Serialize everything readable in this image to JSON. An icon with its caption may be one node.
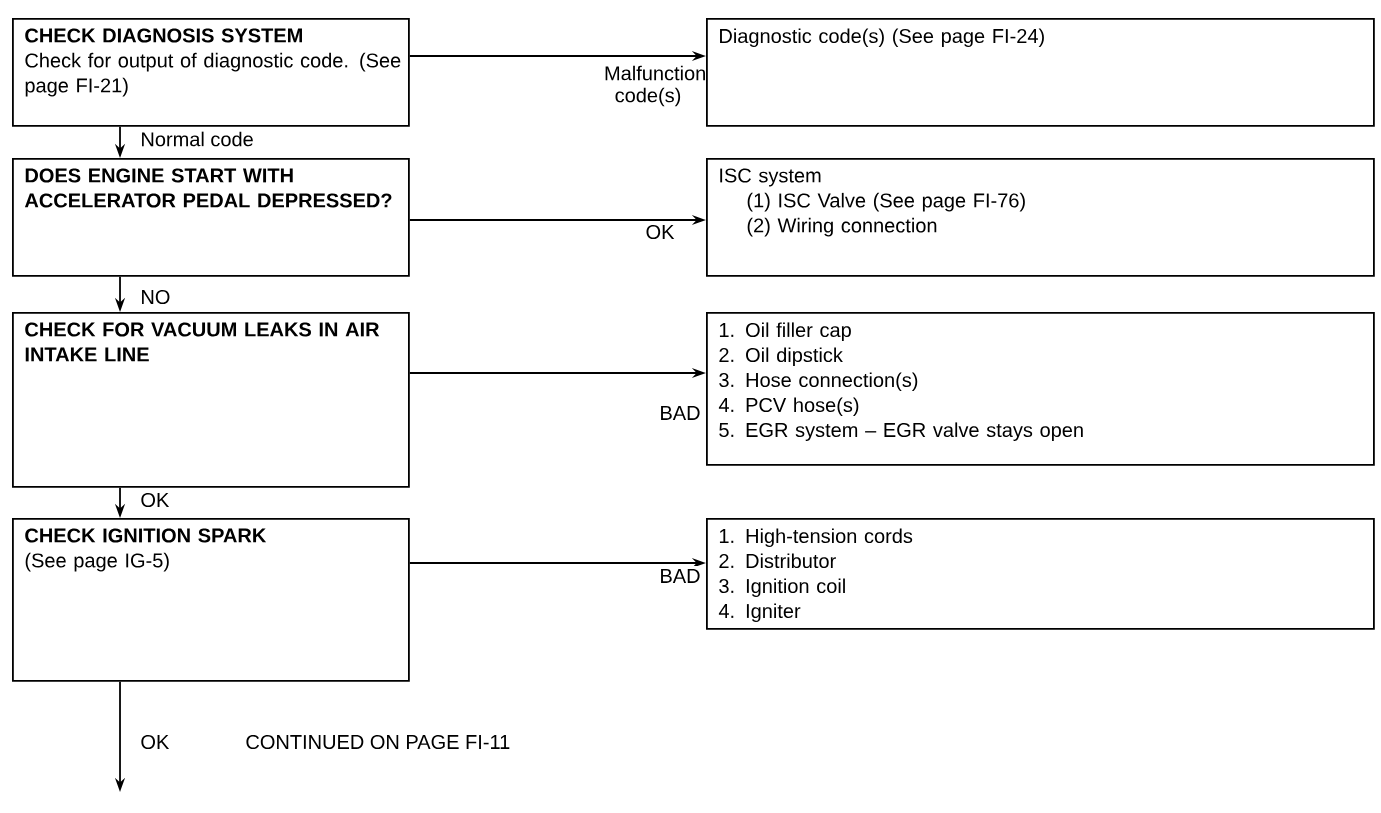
{
  "diagram": {
    "nodes": [
      {
        "text": [
          "CHECK DIAGNOSIS SYSTEM",
          "Check for output of diagnostic code. (See page FI-21)"
        ]
      },
      {
        "text": [
          "Diagnostic code(s) (See page FI-24)"
        ]
      },
      {
        "text": [
          "DOES ENGINE START WITH ACCELERATOR PEDAL DEPRESSED?"
        ]
      },
      {
        "text": [
          "ISC system",
          "(1) ISC Valve (See page FI-76)",
          "(2) Wiring connection"
        ]
      },
      {
        "text": [
          "CHECK FOR VACUUM LEAKS IN AIR INTAKE LINE"
        ]
      },
      {
        "text": [
          "1. Oil filler cap",
          "2. Oil dipstick",
          "3. Hose connection(s)",
          "4. PCV hose(s)",
          "5. EGR system – EGR valve stays open"
        ]
      },
      {
        "text": [
          "CHECK IGNITION SPARK",
          "(See page IG-5)"
        ]
      },
      {
        "text": [
          "1. High-tension cords",
          "2. Distributor",
          "3. Ignition coil",
          "4. Igniter"
        ]
      }
    ],
    "edges": [
      {
        "from": 0,
        "to": 1,
        "arrow": "to",
        "label": "Malfunction code(s)"
      },
      {
        "from": 0,
        "to": 2,
        "arrow": "to",
        "label": "Normal code"
      },
      {
        "from": 2,
        "to": 3,
        "arrow": "to",
        "label": "OK"
      },
      {
        "from": 2,
        "to": 4,
        "arrow": "to",
        "label": "NO"
      },
      {
        "from": 4,
        "to": 5,
        "arrow": "to",
        "label": "BAD"
      },
      {
        "from": 4,
        "to": 6,
        "arrow": "to",
        "label": "OK"
      },
      {
        "from": 6,
        "to": 7,
        "arrow": "to",
        "label": "BAD"
      },
      {
        "from": 6,
        "to": null,
        "arrow": "to",
        "label": "OK"
      }
    ],
    "labels": [
      "CONTINUED ON PAGE FI-11"
    ]
  }
}
